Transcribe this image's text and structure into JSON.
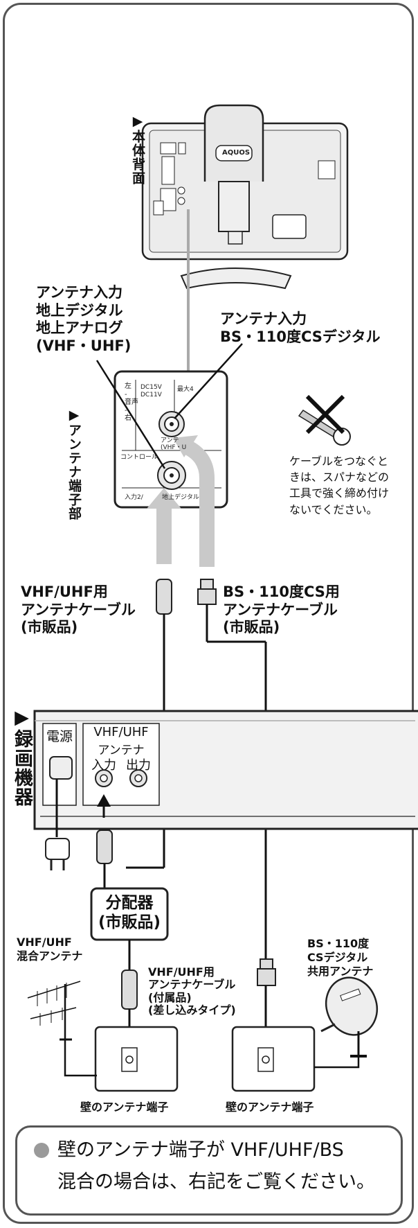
{
  "labels": {
    "tv_back": "▶本体背面",
    "antenna_terminal_section": "▶アンテナ端子部",
    "recorder": "▶録画機器",
    "antenna_input_terrestrial": "アンテナ入力\n地上デジタル\n地上アナログ\n(VHF・UHF)",
    "antenna_input_bs": "アンテナ入力\nBS・110度CSデジタル",
    "wrench_note": "ケーブルをつなぐと\nきは、スパナなどの\n工具で強く締め付け\nないでください。",
    "vhf_cable": "VHF/UHF用\nアンテナケーブル\n(市販品)",
    "bs_cable": "BS・110度CS用\nアンテナケーブル\n(市販品)",
    "splitter": "分配器\n(市販品)",
    "mixed_antenna": "VHF/UHF\n混合アンテナ",
    "supplied_cable": "VHF/UHF用\nアンテナケーブル\n(付属品)\n(差し込みタイプ)",
    "bs_antenna": "BS・110度\nCSデジタル\n共用アンテナ",
    "wall_terminal_left": "壁のアンテナ端子",
    "wall_terminal_right": "壁のアンテナ端子"
  },
  "tv": {
    "brand": "AQUOS"
  },
  "panel": {
    "audio_lr": "左\n-\n音声\n-\n右",
    "dc": "DC15V\nDC11V",
    "max": "最大4",
    "antenna_small": "アンテ\n(VHF・U",
    "control": "コントロール",
    "input": "入力2/",
    "terrestrial_small": "地上デジタル"
  },
  "recorder": {
    "power": "電源",
    "vhf_uhf": "VHF/UHF",
    "antenna": "アンテナ",
    "in": "入力",
    "out": "出力"
  },
  "bottom_note": "壁のアンテナ端子が VHF/UHF/BS\n混合の場合は、右記をご覧ください。"
}
